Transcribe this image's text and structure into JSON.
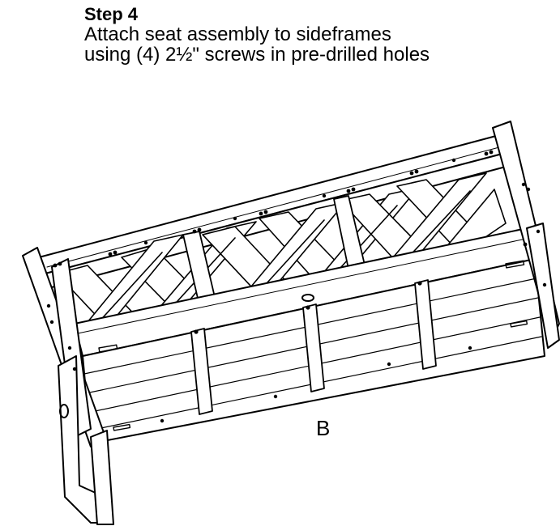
{
  "instruction": {
    "step_title": "Step 4",
    "line1": "Attach seat assembly to sideframes",
    "line2": "using (4) 2½\" screws in pre-drilled holes"
  },
  "diagram": {
    "part_label": "B"
  }
}
